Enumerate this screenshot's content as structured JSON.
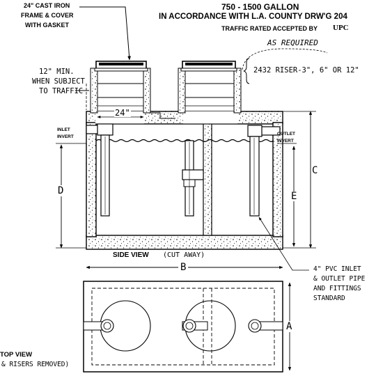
{
  "title": {
    "line1": "750 - 1500 GALLON",
    "line2": "IN ACCORDANCE WITH L.A. COUNTY DRW'G 204",
    "line3": "TRAFFIC RATED ACCEPTED BY",
    "upc_mark": "UPC"
  },
  "callouts": {
    "cast_iron": [
      "24\" CAST IRON",
      "FRAME & COVER",
      "WITH GASKET"
    ],
    "as_required": "AS REQUIRED",
    "riser": "2432 RISER-3\", 6\" OR 12\"",
    "min_cover": [
      "12\" MIN.",
      "WHEN SUBJECT",
      "TO TRAFFIC"
    ],
    "manhole_dim": "24\"",
    "inlet_invert": [
      "INLET",
      "INVERT"
    ],
    "outlet_invert": [
      "OUTLET",
      "INVERT"
    ],
    "pvc_note": [
      "4\" PVC INLET",
      "& OUTLET PIPE",
      "AND FITTINGS",
      "STANDARD"
    ]
  },
  "views": {
    "side_view": "SIDE VIEW",
    "cut_away": "(CUT AWAY)",
    "top_view": "TOP VIEW",
    "risers_removed": "& RISERS REMOVED)"
  },
  "dimensions": {
    "a": "A",
    "b": "B",
    "c": "C",
    "d": "D",
    "e": "E"
  }
}
